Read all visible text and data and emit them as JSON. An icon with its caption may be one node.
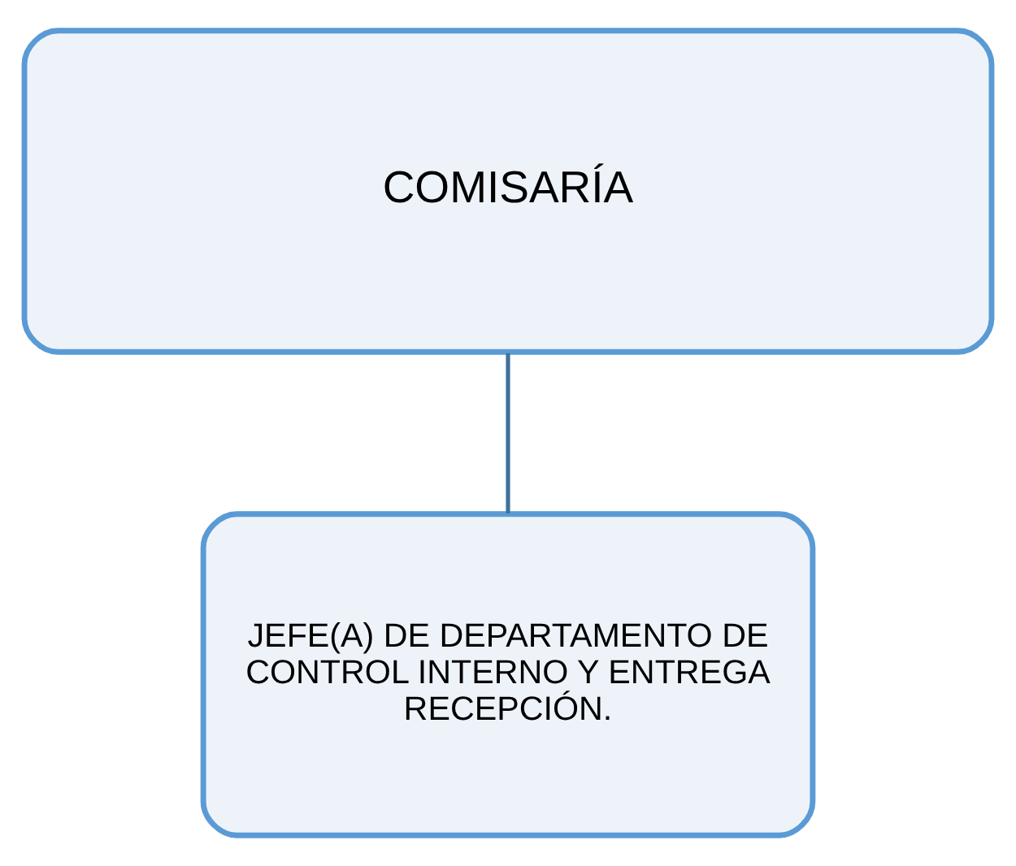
{
  "diagram": {
    "nodes": [
      {
        "text": [
          "COMISARÍA"
        ]
      },
      {
        "text": [
          "JEFE(A) DE DEPARTAMENTO DE CONTROL INTERNO Y ENTREGA RECEPCIÓN."
        ]
      }
    ],
    "edges": [
      {
        "from": 0,
        "to": 1,
        "arrow": "none"
      }
    ]
  }
}
